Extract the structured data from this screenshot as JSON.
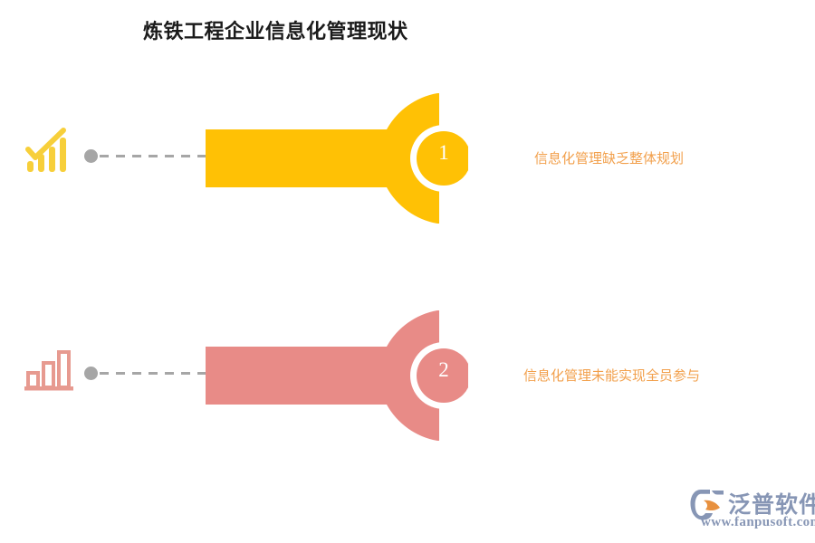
{
  "page": {
    "title": "炼铁工程企业信息化管理现状",
    "background_color": "#ffffff",
    "title_color": "#1b1b1b"
  },
  "theme": {
    "yellow": "#FFC105",
    "pink": "#E88B87",
    "connector_gray": "#a6a6a6",
    "caption_color": "#f2a04c",
    "logo_color": "#8796b5",
    "logo_accent": "#e8913f",
    "number_color": "#ffffff"
  },
  "rows": [
    {
      "number": "1",
      "caption": "信息化管理缺乏整体规划",
      "color": "#FFC105",
      "icon": "bar-chart-growth-icon"
    },
    {
      "number": "2",
      "caption": "信息化管理未能实现全员参与",
      "color": "#E88B87",
      "icon": "bar-chart-outline-icon"
    }
  ],
  "logo": {
    "brand": "泛普软件",
    "url": "www.fanpusoft.com",
    "mark": "fanpu-swoosh-logo-icon"
  }
}
